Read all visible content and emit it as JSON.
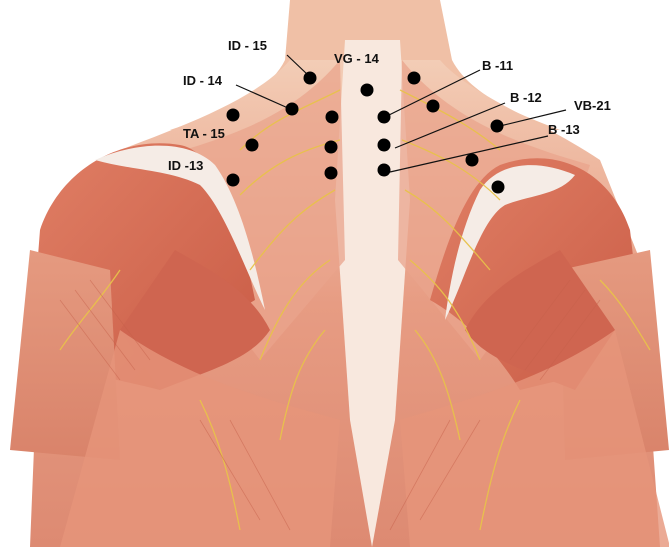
{
  "figure": {
    "colors": {
      "background": "#ffffff",
      "skin": "#f2c7b0",
      "muscle": "#d8705a",
      "muscle_dark": "#b84c3c",
      "tendon": "#f7e7dc",
      "nerve": "#e8c24a",
      "point": "#000000",
      "label": "#111111"
    },
    "labels": {
      "id15": "ID - 15",
      "vg14": "VG - 14",
      "id14": "ID - 14",
      "b11": "B -11",
      "b12": "B -12",
      "vb21": "VB-21",
      "ta15": "TA - 15",
      "b13": "B -13",
      "id13": "ID -13"
    }
  }
}
